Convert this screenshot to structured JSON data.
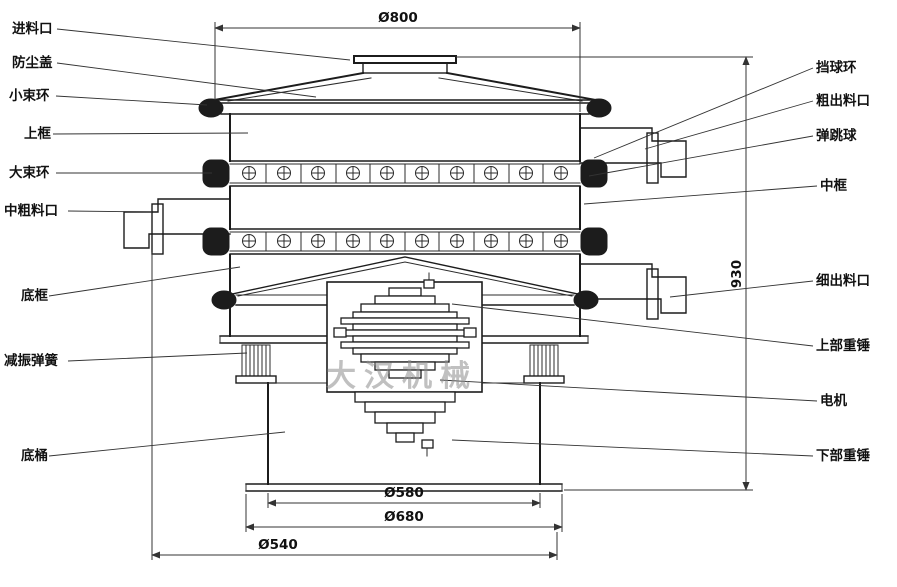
{
  "watermark": "大汉机械",
  "dimensions": {
    "top_diameter": "Ø800",
    "overall_height": "930",
    "barrel_diameter": "Ø580",
    "flange_diameter": "Ø680",
    "base_diameter": "Ø540"
  },
  "labels_left": [
    "进料口",
    "防尘盖",
    "小束环",
    "上框",
    "大束环",
    "中粗料口",
    "底框",
    "减振弹簧",
    "底桶"
  ],
  "labels_right": [
    "挡球环",
    "粗出料口",
    "弹跳球",
    "中框",
    "细出料口",
    "上部重锤",
    "电机",
    "下部重锤"
  ]
}
